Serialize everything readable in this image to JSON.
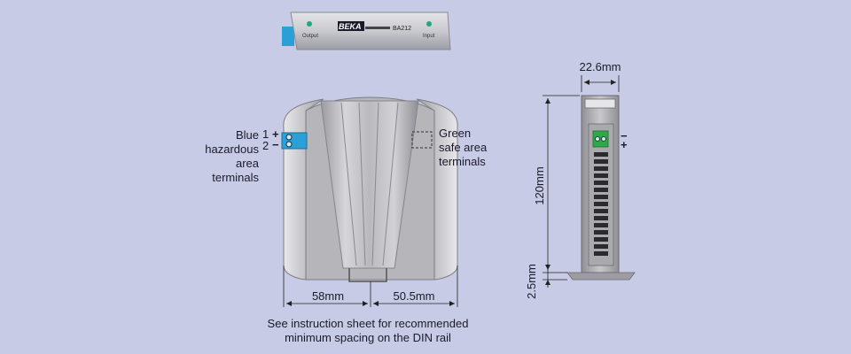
{
  "top_module": {
    "brand": "BEKA",
    "model": "BA212",
    "left_led_label": "Output",
    "right_led_label": "Input"
  },
  "front_view": {
    "blue_terminals": {
      "label_lines": [
        "Blue",
        "hazardous",
        "area",
        "terminals"
      ],
      "pin1": "1",
      "pin2": "2",
      "sign_plus": "+",
      "sign_minus": "−"
    },
    "green_terminals": {
      "label_lines": [
        "Green",
        "safe area",
        "terminals"
      ]
    },
    "dim_left": "58mm",
    "dim_right": "50.5mm",
    "note_lines": [
      "See instruction sheet for recommended",
      "minimum spacing on the DIN rail"
    ]
  },
  "side_view": {
    "dim_width": "22.6mm",
    "dim_height": "120mm",
    "dim_rail": "2.5mm",
    "sign_minus": "−",
    "sign_plus": "+"
  },
  "colors": {
    "background": "#c8cbe6",
    "body_grey": "#b3b3b8",
    "blue_terminal": "#2a9fd8",
    "green_terminal": "#2ea84a",
    "led_green": "#1fa87a"
  }
}
